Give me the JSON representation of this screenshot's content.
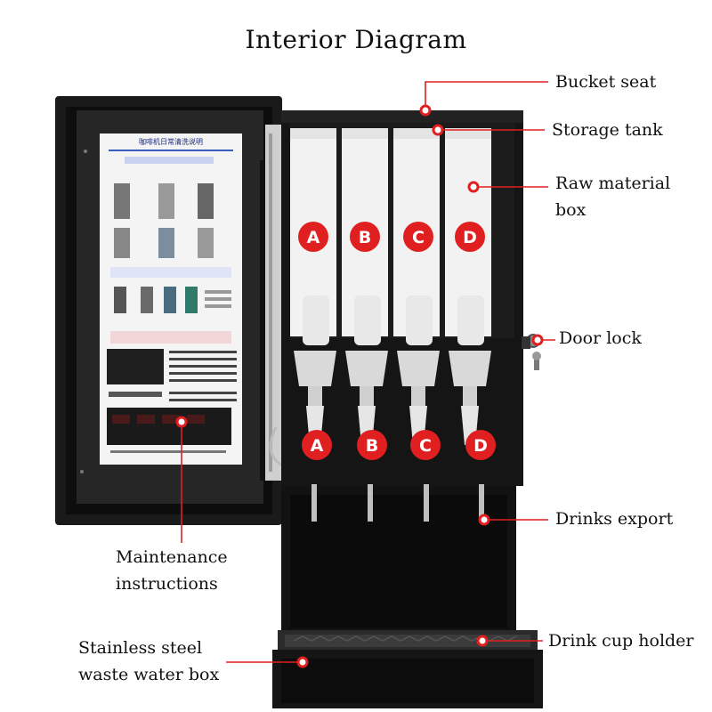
{
  "title": "Interior Diagram",
  "colors": {
    "accent": "#e02020",
    "line": "#e02020",
    "machine": "#151515"
  },
  "labels": {
    "bucket_seat": "Bucket seat",
    "storage_tank": "Storage tank",
    "raw_material_1": "Raw material",
    "raw_material_2": "box",
    "door_lock": "Door lock",
    "drinks_export": "Drinks export",
    "maintenance_1": "Maintenance",
    "maintenance_2": "instructions",
    "cup_holder": "Drink cup holder",
    "waste_1": "Stainless steel",
    "waste_2": "waste water box"
  },
  "canisters": [
    "A",
    "B",
    "C",
    "D"
  ],
  "sheet_title": "咖啡机日常清洗说明"
}
